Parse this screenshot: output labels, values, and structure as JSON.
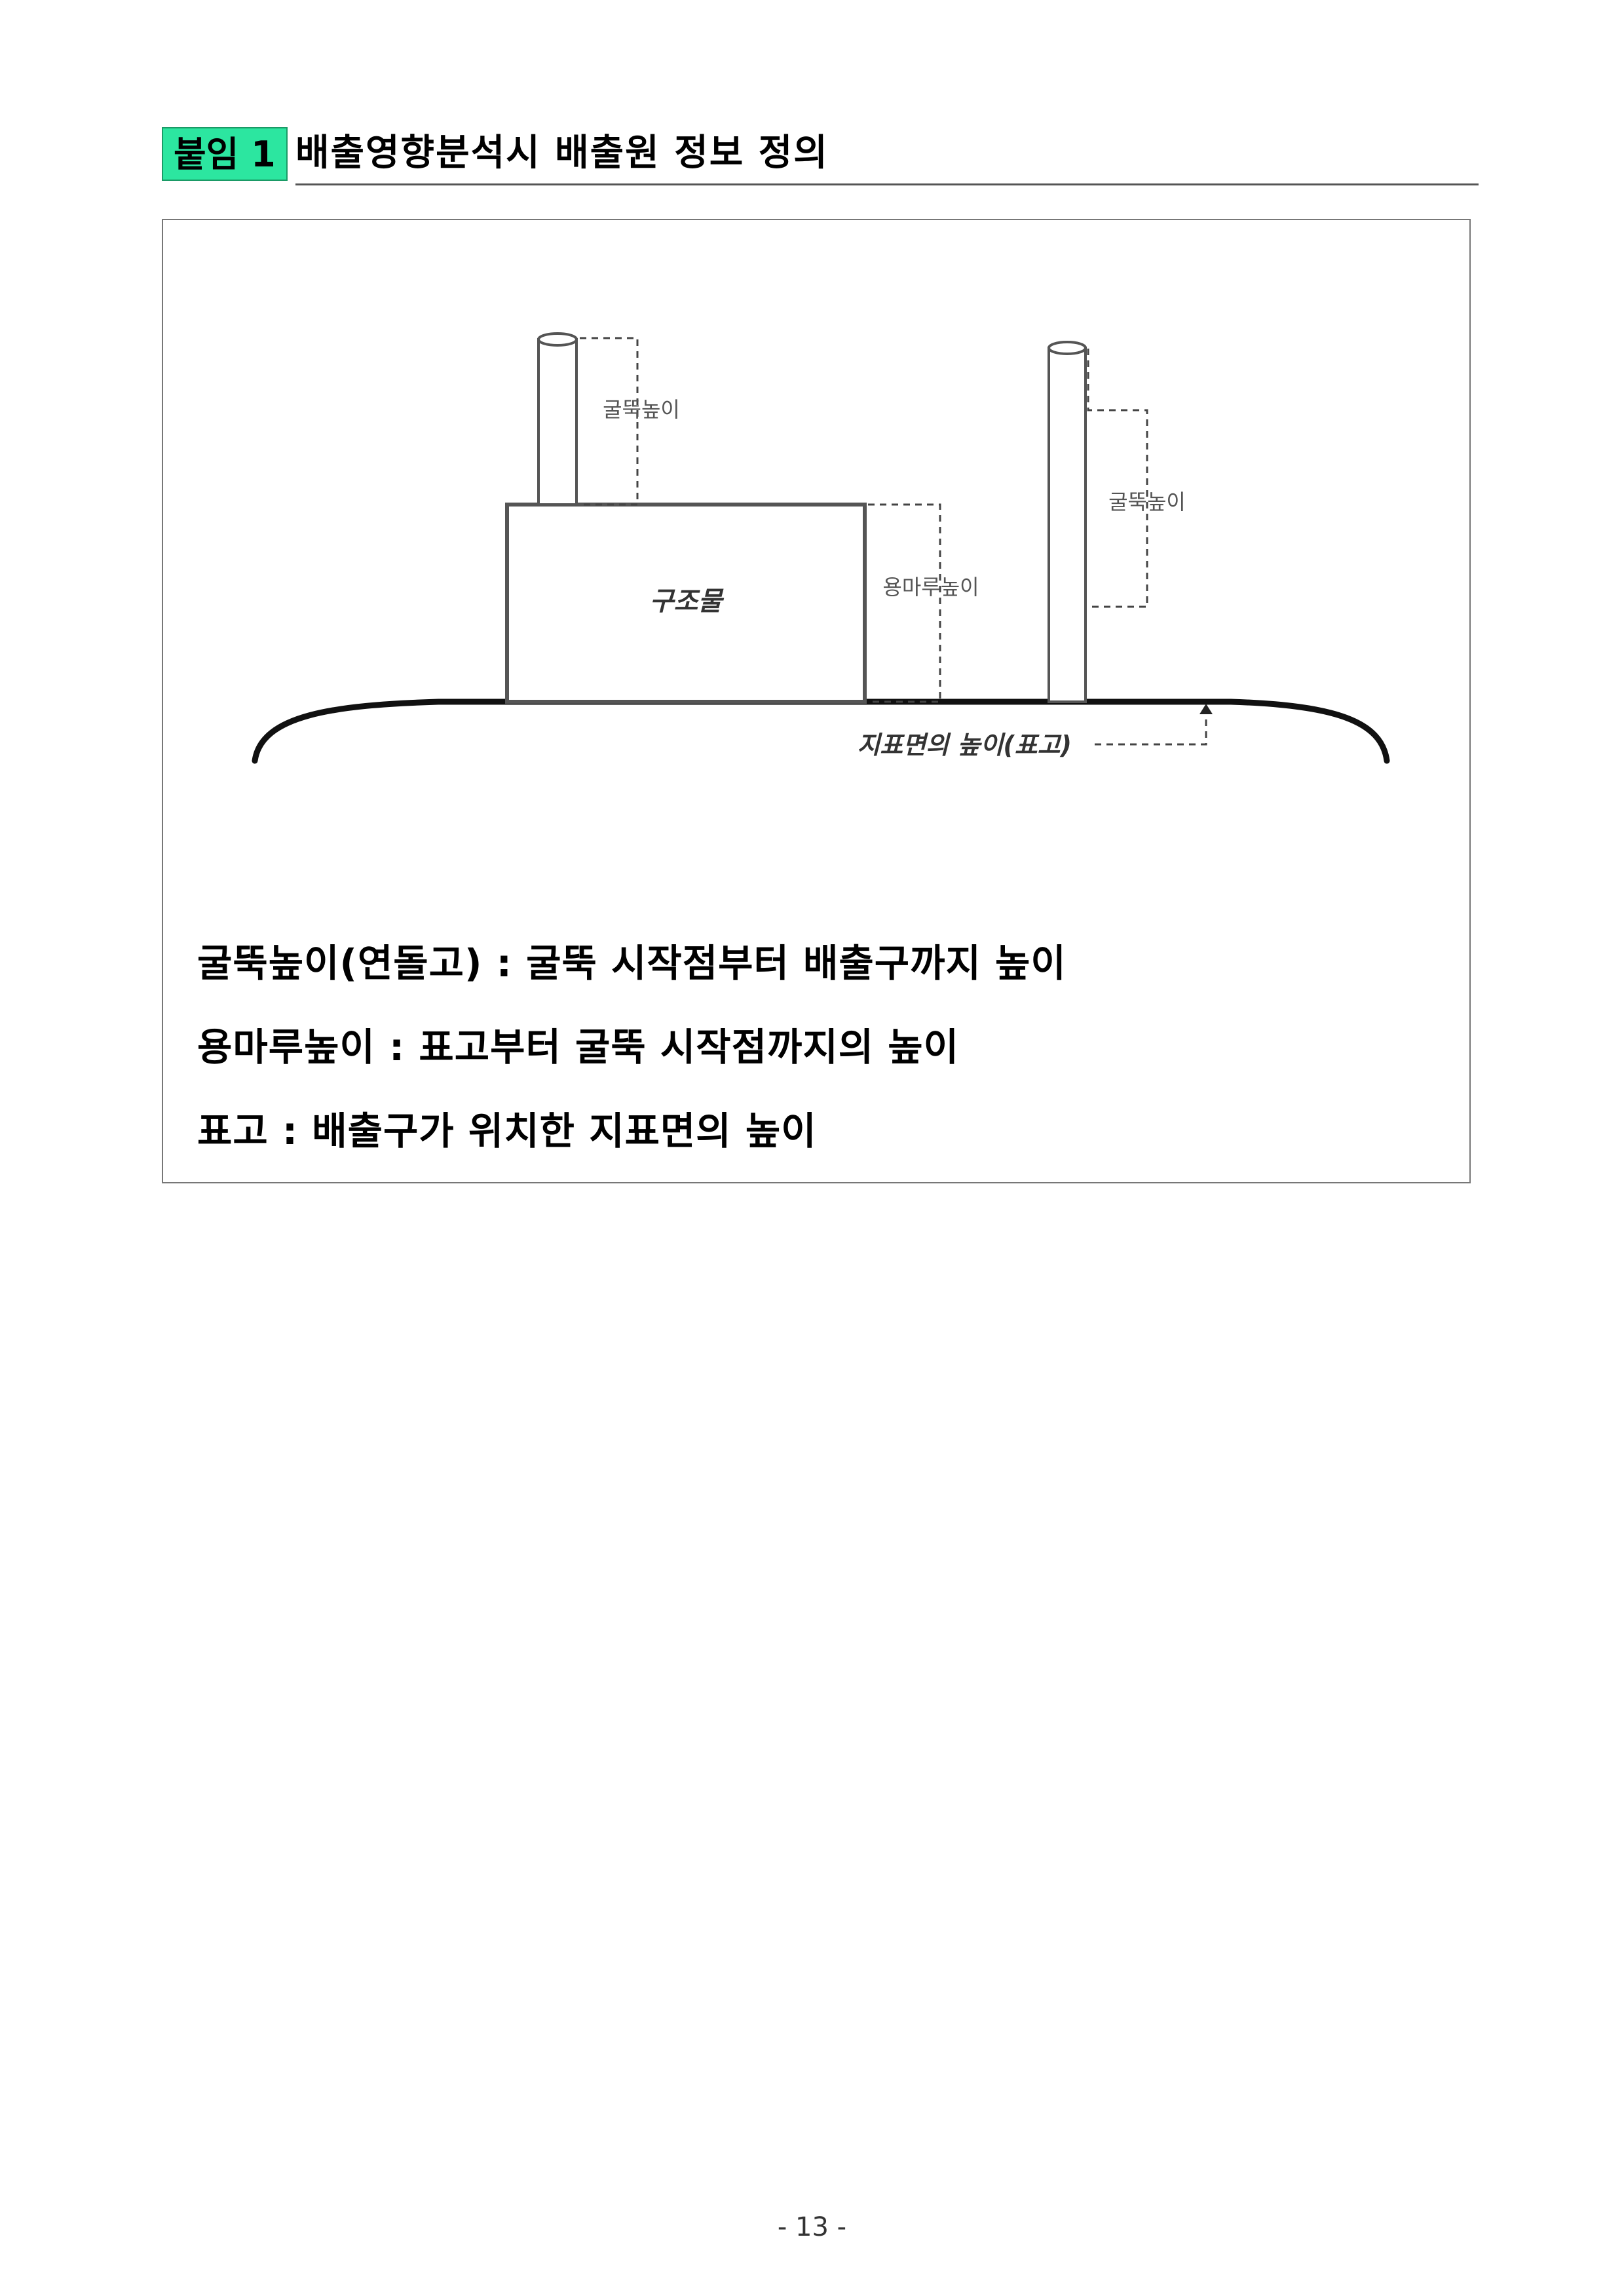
{
  "heading": {
    "badge": "붙임 1",
    "title": "배출영향분석시 배출원 정보 정의"
  },
  "diagram": {
    "labels": {
      "stack_height_left": "굴뚝높이",
      "stack_height_right": "굴뚝높이",
      "structure": "구조물",
      "roof_height": "용마루높이",
      "ground_elevation": "지표면의 높이(표고)"
    }
  },
  "definitions": [
    "굴뚝높이(연돌고) : 굴뚝 시작점부터 배출구까지 높이",
    "용마루높이 : 표고부터 굴뚝 시작점까지의 높이",
    "표고 : 배출구가 위치한 지표면의 높이"
  ],
  "footer": {
    "page_number": "- 13 -"
  }
}
